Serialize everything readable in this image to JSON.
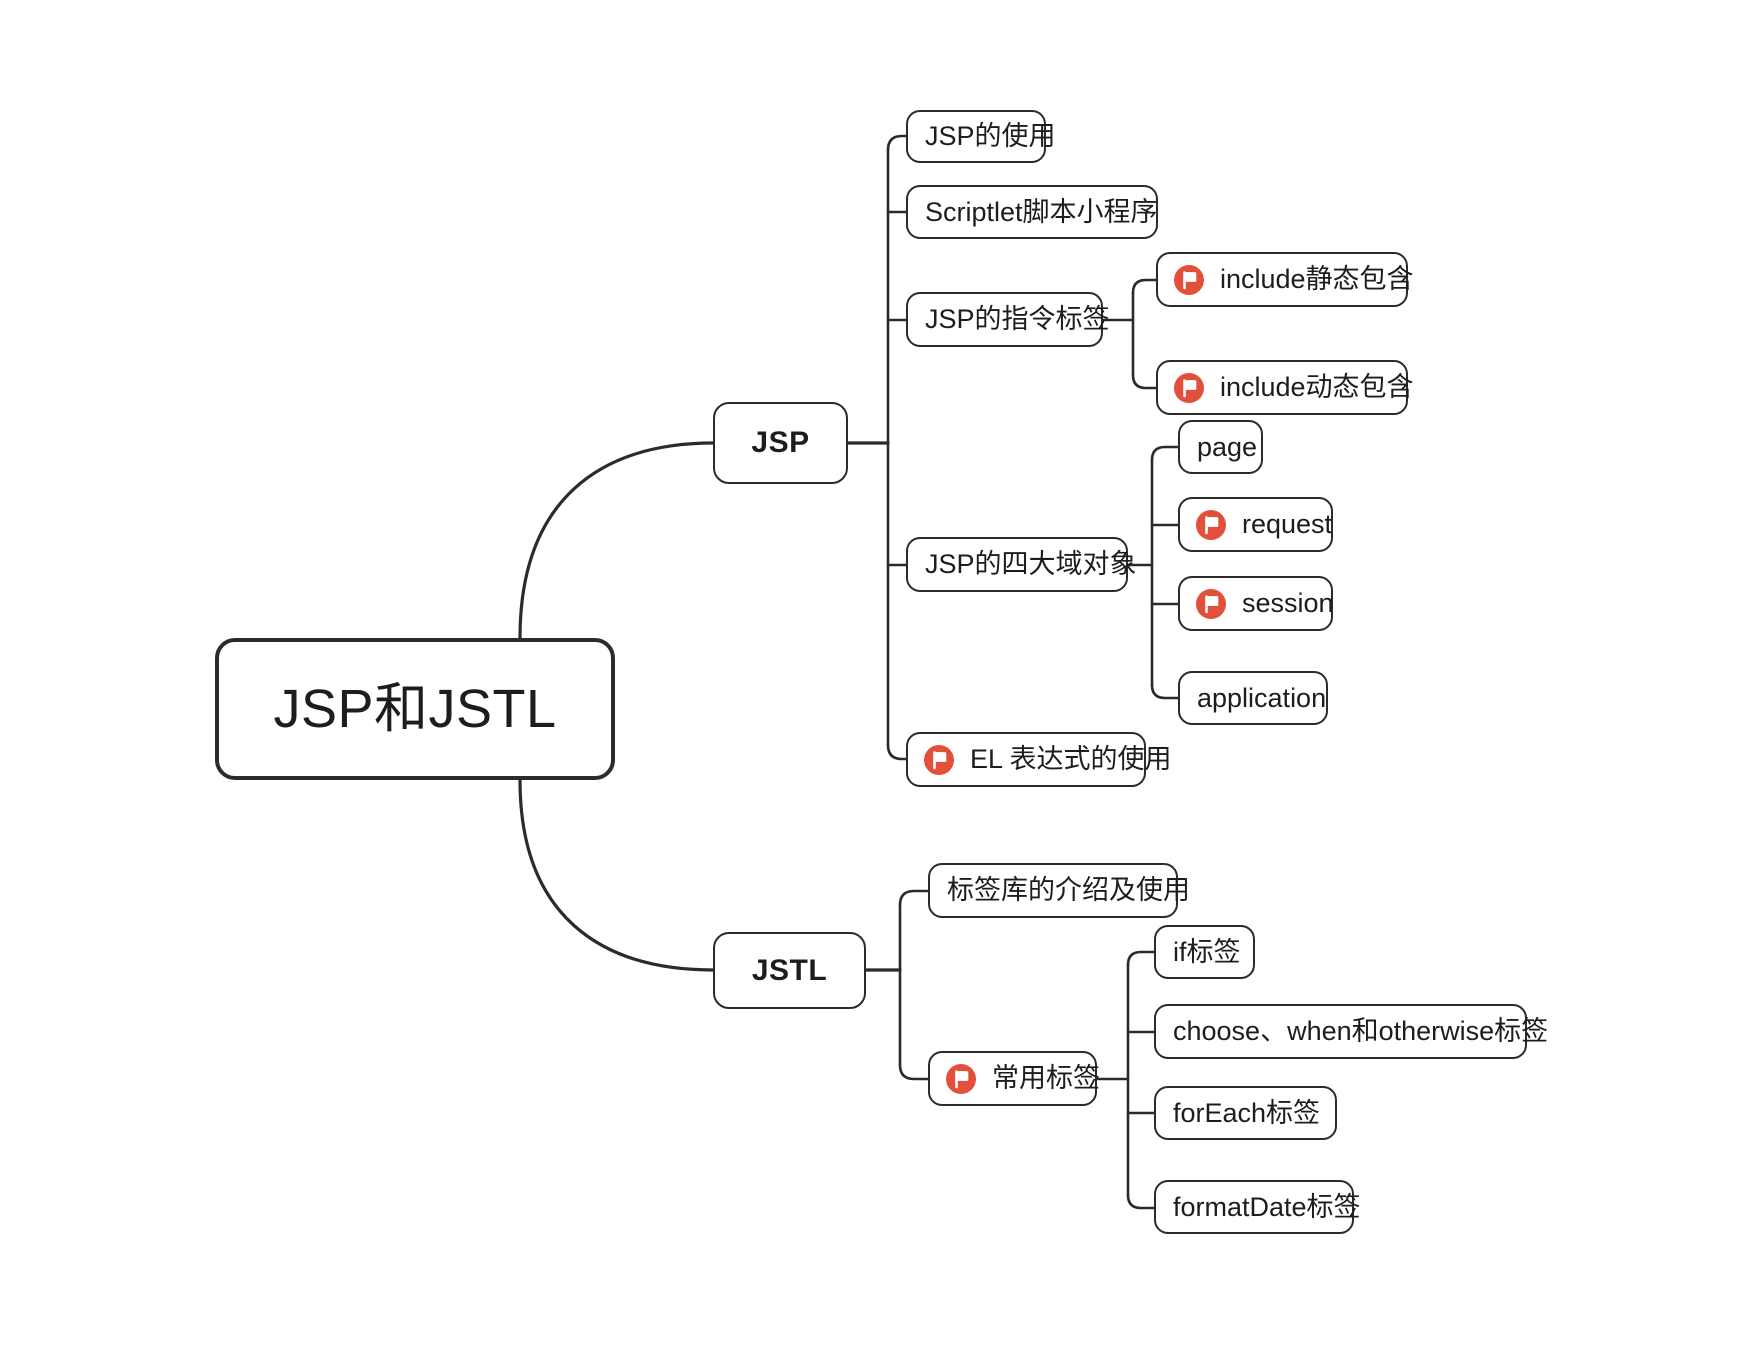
{
  "diagram": {
    "type": "mindmap",
    "title": "JSP和JSTL",
    "accent_color": "#e2503c",
    "line_color": "#2b2b2b",
    "background": "#ffffff",
    "icon_name": "red-flag-icon"
  },
  "root": {
    "label": "JSP和JSTL"
  },
  "branches": [
    {
      "label": "JSP",
      "children": [
        {
          "label": "JSP的使用",
          "icon": false,
          "children": []
        },
        {
          "label": "Scriptlet脚本小程序",
          "icon": false,
          "children": []
        },
        {
          "label": "JSP的指令标签",
          "icon": false,
          "children": [
            {
              "label": "include静态包含",
              "icon": true
            },
            {
              "label": "include动态包含",
              "icon": true
            }
          ]
        },
        {
          "label": "JSP的四大域对象",
          "icon": false,
          "children": [
            {
              "label": "page",
              "icon": false
            },
            {
              "label": "request",
              "icon": true
            },
            {
              "label": "session",
              "icon": true
            },
            {
              "label": "application",
              "icon": false
            }
          ]
        },
        {
          "label": "EL 表达式的使用",
          "icon": true,
          "children": []
        }
      ]
    },
    {
      "label": "JSTL",
      "children": [
        {
          "label": "标签库的介绍及使用",
          "icon": false,
          "children": []
        },
        {
          "label": "常用标签",
          "icon": true,
          "children": [
            {
              "label": "if标签",
              "icon": false
            },
            {
              "label": "choose、when和otherwise标签",
              "icon": false
            },
            {
              "label": "forEach标签",
              "icon": false
            },
            {
              "label": "formatDate标签",
              "icon": false
            }
          ]
        }
      ]
    }
  ]
}
